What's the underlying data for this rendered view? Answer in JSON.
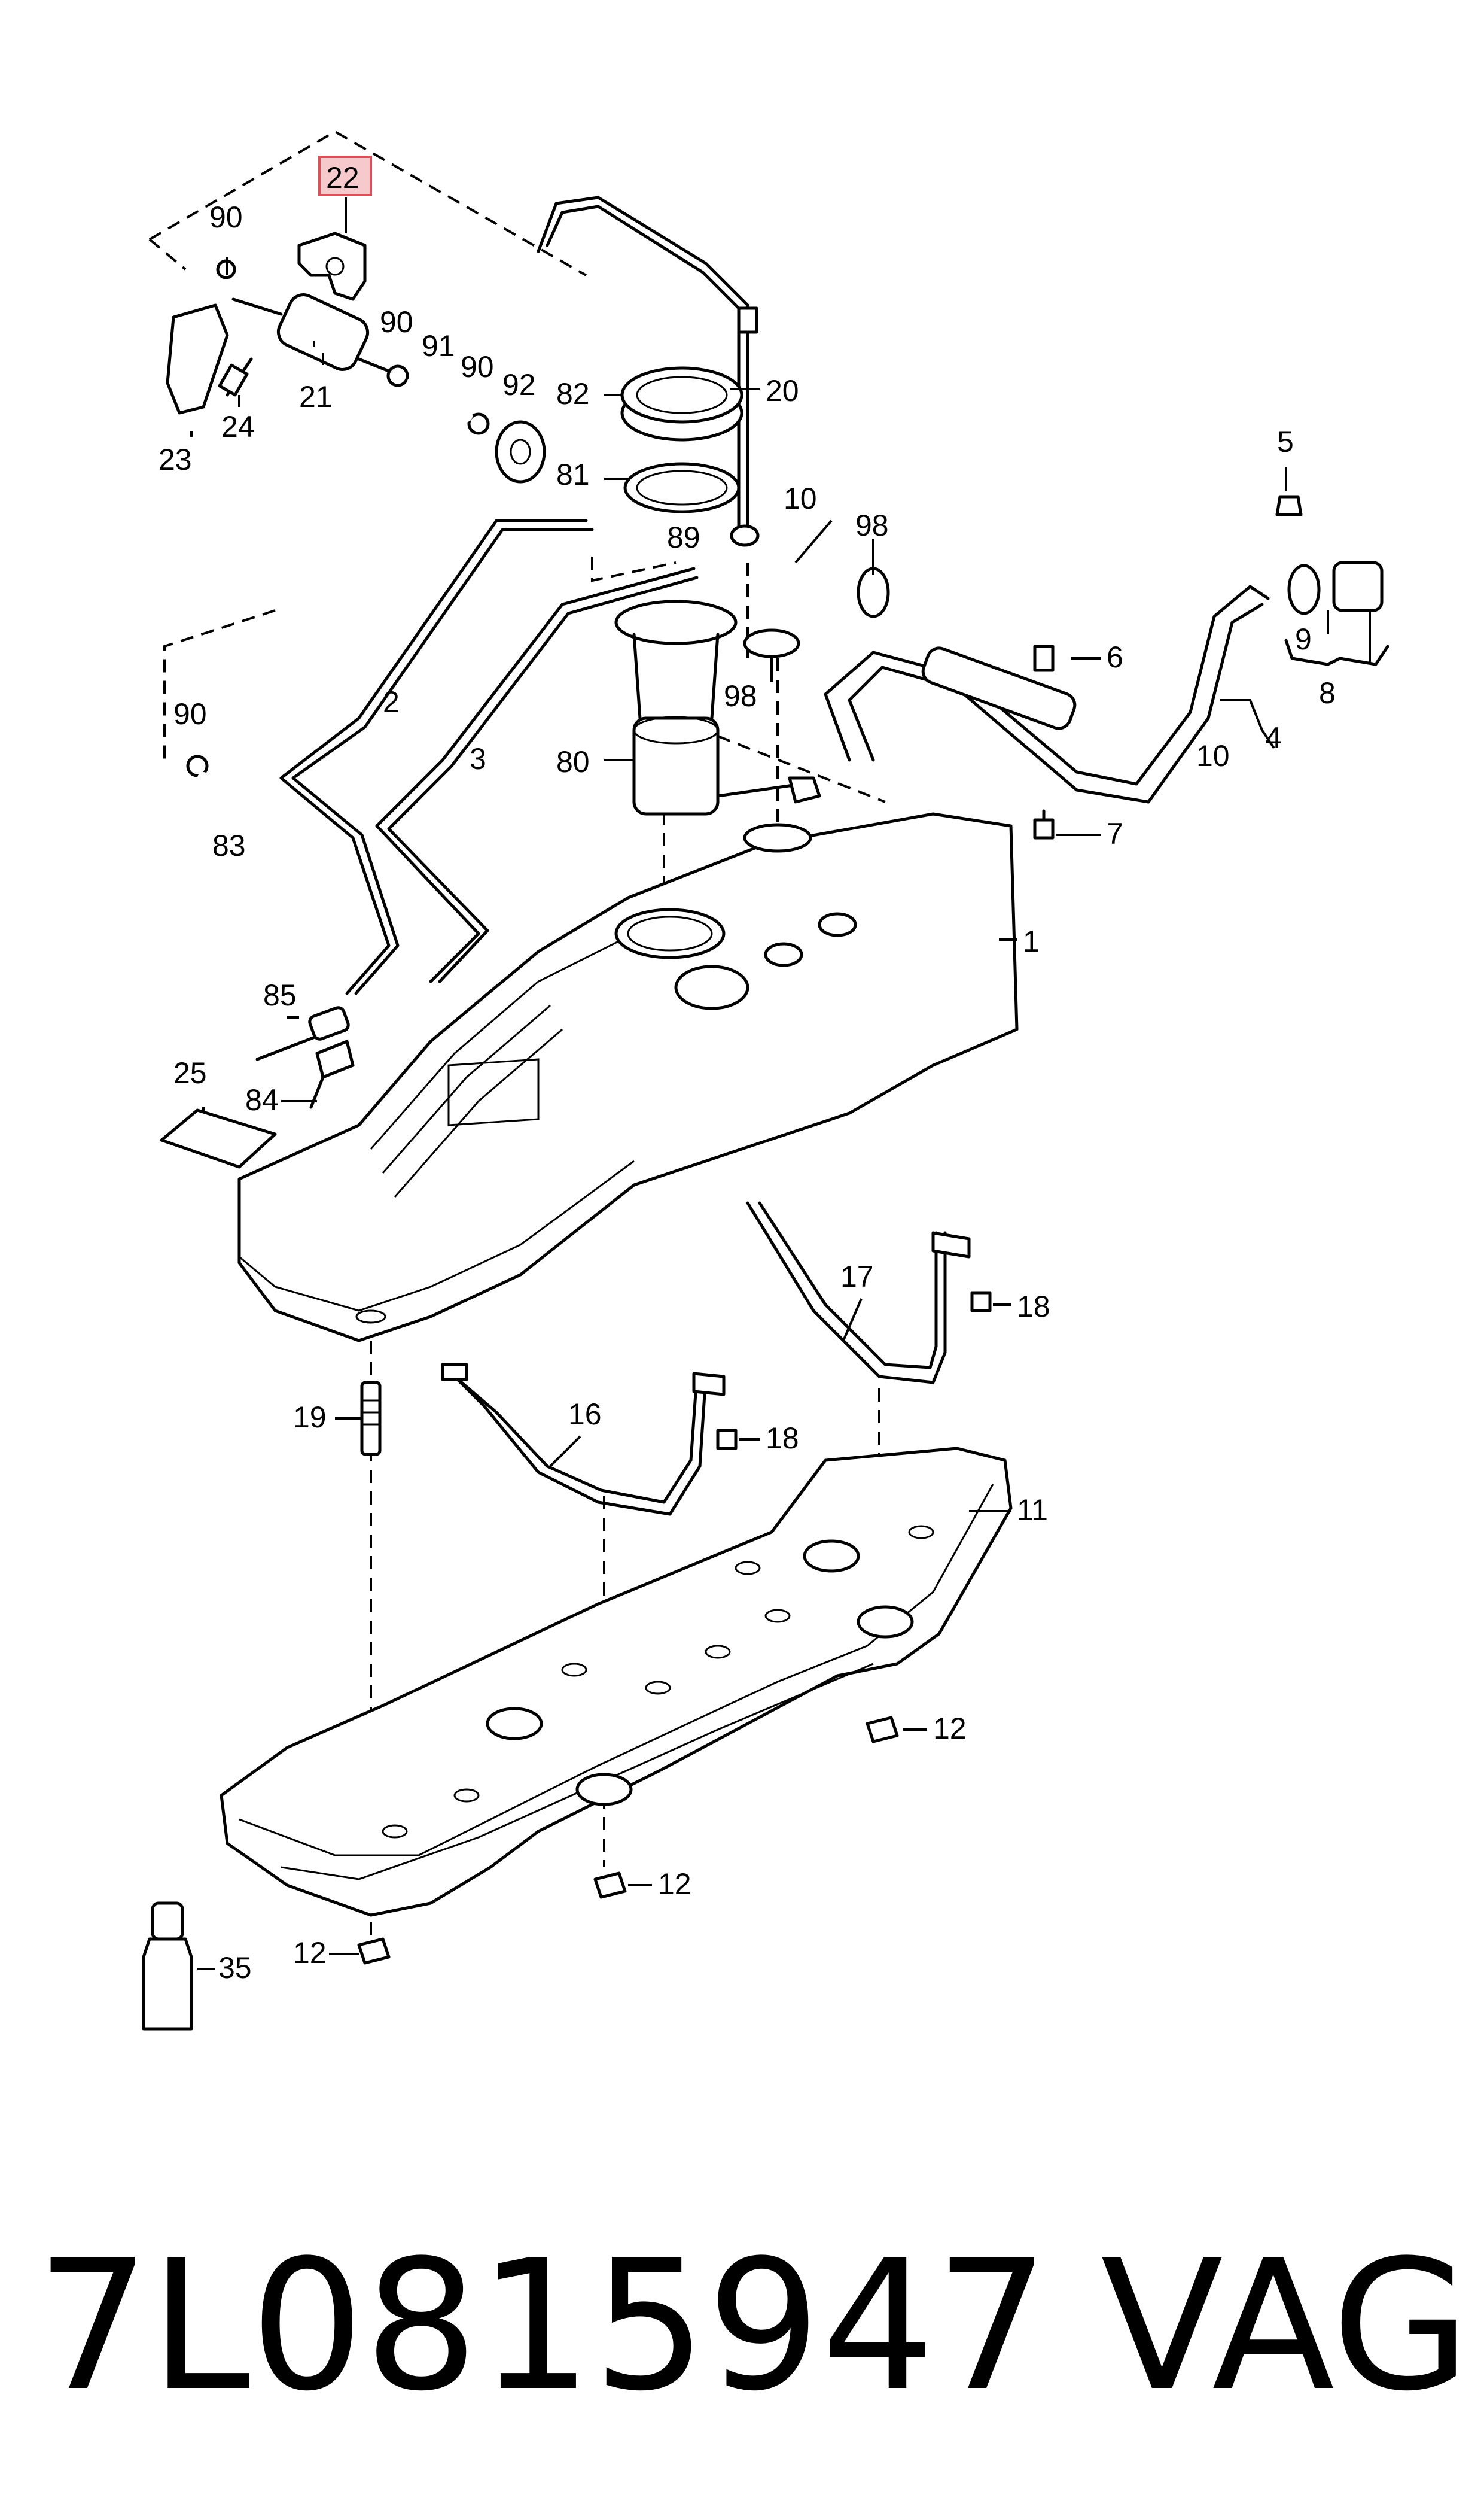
{
  "diagram": {
    "highlighted_part": "22",
    "highlight_color": "#d9515b",
    "callouts": {
      "c1": "1",
      "c2": "2",
      "c3": "3",
      "c4": "4",
      "c5": "5",
      "c6": "6",
      "c7": "7",
      "c8": "8",
      "c9": "9",
      "c10a": "10",
      "c10b": "10",
      "c11": "11",
      "c12a": "12",
      "c12b": "12",
      "c12c": "12",
      "c16": "16",
      "c17": "17",
      "c18a": "18",
      "c18b": "18",
      "c19": "19",
      "c20": "20",
      "c21": "21",
      "c22": "22",
      "c23": "23",
      "c24": "24",
      "c25": "25",
      "c35": "35",
      "c80": "80",
      "c81": "81",
      "c82": "82",
      "c83": "83",
      "c84": "84",
      "c85": "85",
      "c89": "89",
      "c90a": "90",
      "c90b": "90",
      "c90c": "90",
      "c90d": "90",
      "c91": "91",
      "c92": "92",
      "c98a": "98",
      "c98b": "98"
    }
  },
  "footer": {
    "part_number": "7L0815947",
    "brand": "VAG"
  }
}
